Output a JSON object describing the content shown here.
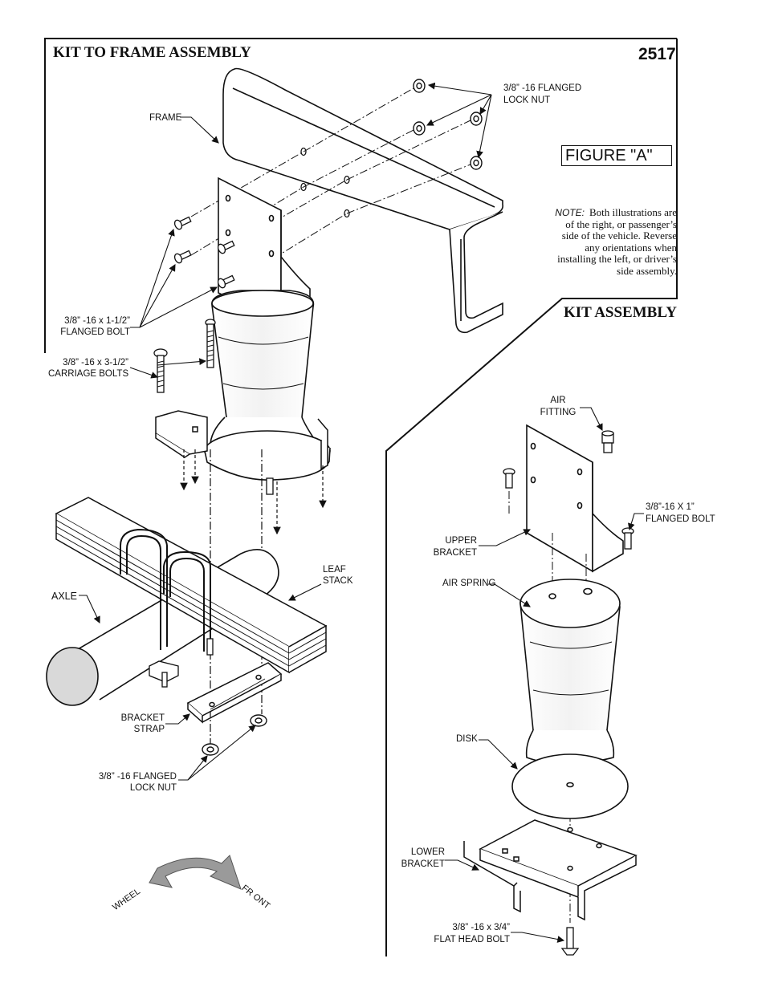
{
  "headers": {
    "left_title": "KIT TO FRAME ASSEMBLY",
    "page_number": "2517",
    "right_title": "KIT ASSEMBLY"
  },
  "figure_label": "FIGURE \"A\"",
  "note": {
    "keyword": "NOTE:",
    "text": "Both illustrations are of the right, or passenger’s side of the vehicle.  Reverse any orientations when installing the left, or driver’s side assembly."
  },
  "labels": {
    "frame": "FRAME",
    "lock_nut_top_1": "3/8” -16 FLANGED",
    "lock_nut_top_2": "LOCK NUT",
    "flanged_bolt_1": "3/8” -16 x 1-1/2”",
    "flanged_bolt_2": "FLANGED BOLT",
    "carriage_1": "3/8” -16 x 3-1/2”",
    "carriage_2": "CARRIAGE BOLTS",
    "leaf_1": "LEAF",
    "leaf_2": "STACK",
    "axle": "AXLE",
    "bracket_strap_1": "BRACKET",
    "bracket_strap_2": "STRAP",
    "lock_nut_bottom_1": "3/8” -16 FLANGED",
    "lock_nut_bottom_2": "LOCK NUT",
    "wheel": "WHEEL",
    "front": "FR ONT",
    "air_fitting_1": "AIR",
    "air_fitting_2": "FITTING",
    "flanged_bolt_1in_1": "3/8”-16 X 1”",
    "flanged_bolt_1in_2": "FLANGED BOLT",
    "upper_bracket_1": "UPPER",
    "upper_bracket_2": "BRACKET",
    "air_spring": "AIR SPRING",
    "disk": "DISK",
    "lower_bracket_1": "LOWER",
    "lower_bracket_2": "BRACKET",
    "flat_head_1": "3/8” -16 x 3/4”",
    "flat_head_2": "FLAT HEAD BOLT"
  },
  "colors": {
    "ink": "#111111",
    "arrow_fill": "#9a9a9a"
  }
}
